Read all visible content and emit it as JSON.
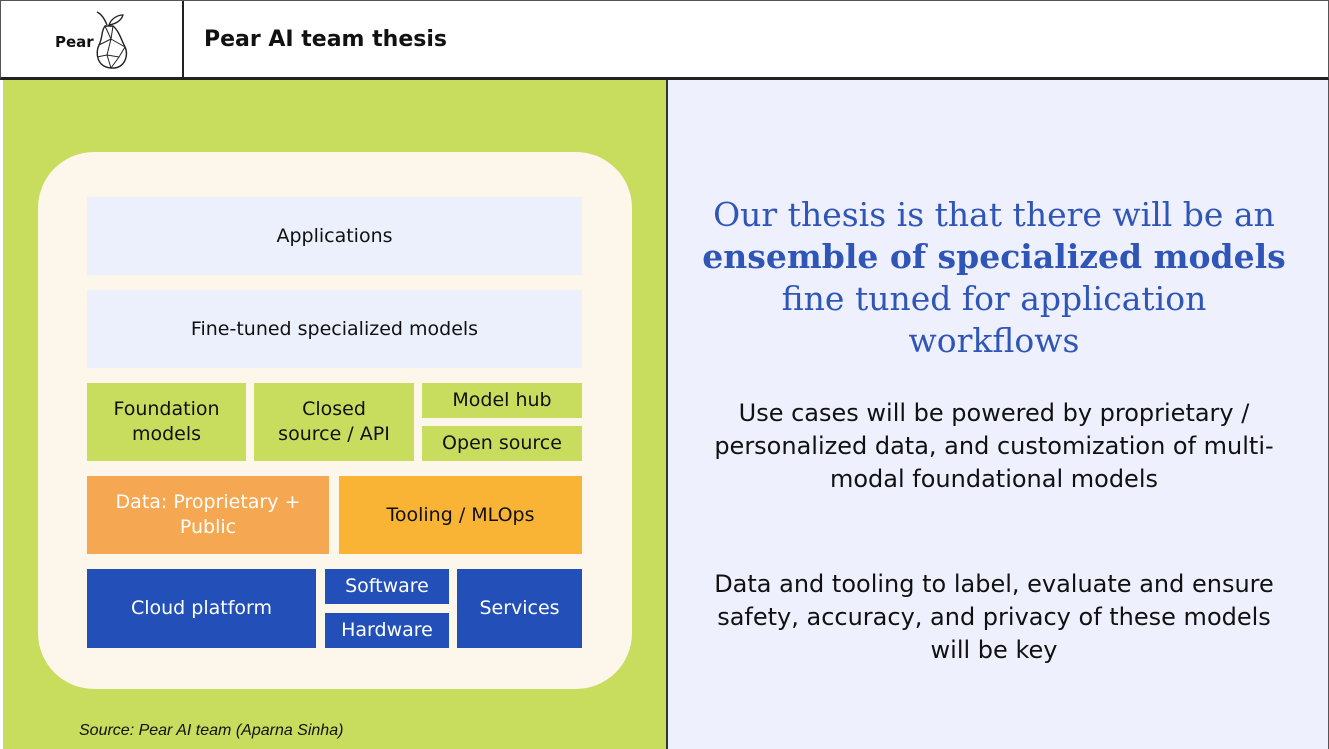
{
  "header": {
    "logo_text": "Pear",
    "title": "Pear AI team thesis"
  },
  "diagram": {
    "applications": "Applications",
    "fine_tuned": "Fine-tuned specialized models",
    "foundation_models": "Foundation models",
    "closed_source": "Closed source / API",
    "model_hub": "Model hub",
    "open_source": "Open source",
    "data": "Data: Proprietary + Public",
    "tooling": "Tooling / MLOps",
    "cloud_platform": "Cloud platform",
    "software": "Software",
    "hardware": "Hardware",
    "services": "Services"
  },
  "source": "Source: Pear AI team (Aparna Sinha)",
  "thesis": {
    "part1": "Our thesis is that there will be an",
    "part2": "ensemble of specialized models",
    "part3": "fine tuned for application workflows"
  },
  "paragraphs": {
    "use_cases": "Use cases will be powered by proprietary / personalized data, and customization of multi-modal foundational models",
    "data_tooling": "Data and tooling to label, evaluate and ensure safety, accuracy, and privacy of these models will be key"
  },
  "colors": {
    "lime": "#c8dc5e",
    "light_blue": "#ecf0fd",
    "orange": "#f5a751",
    "amber": "#f9b436",
    "blue": "#2350b8",
    "thesis_text": "#2f55b6"
  }
}
